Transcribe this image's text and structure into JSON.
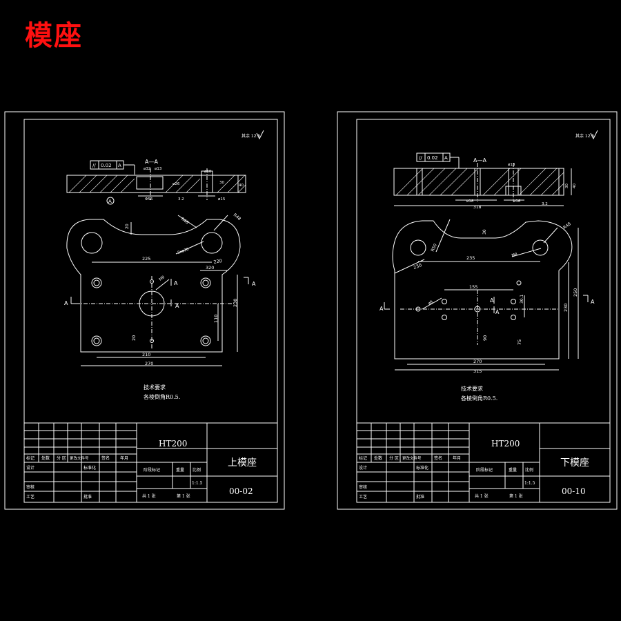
{
  "page_title": "模座",
  "sheets": [
    {
      "surface_note": "其余 12.5",
      "section_title": "A—A",
      "tolerance_box": [
        "//",
        "0.02",
        "A"
      ],
      "datum_label": "A",
      "section_dims": [
        "ø32",
        "ø13",
        "ø26",
        "ø10",
        "30",
        "40",
        "Φ56",
        "ø15",
        "3.2"
      ],
      "plan_dims": {
        "left": "220",
        "top_r": "R48",
        "top_r2": "R48",
        "d20": "20",
        "d_holes": "2xø30",
        "d225": "225",
        "d320": "320",
        "d_m": "M8",
        "d230v": "230",
        "d110v": "110",
        "d20b": "20",
        "d210": "210",
        "d270": "270"
      },
      "section_marks": [
        "A",
        "A",
        "A",
        "A"
      ],
      "notes": [
        "技术要求",
        "各棱倒角R0.5."
      ],
      "title_block": {
        "material": "HT200",
        "part_name": "上模座",
        "drawing_no": "00-02",
        "row_labels": [
          "标记",
          "处数",
          "分 区",
          "更改文件号",
          "签名",
          "年月"
        ],
        "design": "设计",
        "standard": "标准化",
        "review": "审核",
        "process": "工艺",
        "approve": "批准",
        "stage": "阶段标记",
        "weight": "重量",
        "scale": "比例",
        "scale_value": "1:1.5",
        "sheets_total": "共 1 张",
        "sheet_no": "第 1 张"
      }
    },
    {
      "surface_note": "其余 12.5",
      "section_title": "A—A",
      "tolerance_box": [
        "//",
        "0.02",
        "A"
      ],
      "section_dims": [
        "ø13",
        "ø18",
        "ø16",
        "30",
        "40",
        "3.2",
        "318"
      ],
      "plan_dims": {
        "r50": "R50",
        "r48": "R48",
        "d30": "30",
        "d235": "235",
        "d_m": "M8",
        "d230": "230",
        "d8": "ø8",
        "d155": "155",
        "d30v": "30.1",
        "d250": "250",
        "d230v": "230",
        "d90": "90",
        "d75": "75",
        "d270": "270",
        "d315": "315"
      },
      "section_marks": [
        "A",
        "A",
        "A",
        "A"
      ],
      "notes": [
        "技术要求",
        "各棱倒角R0.5."
      ],
      "title_block": {
        "material": "HT200",
        "part_name": "下模座",
        "drawing_no": "00-10",
        "row_labels": [
          "标记",
          "处数",
          "分 区",
          "更改文件号",
          "签名",
          "年月"
        ],
        "design": "设计",
        "standard": "标准化",
        "review": "审核",
        "process": "工艺",
        "approve": "批准",
        "stage": "阶段标记",
        "weight": "重量",
        "scale": "比例",
        "scale_value": "1:1.5",
        "sheets_total": "共 1 张",
        "sheet_no": "第 1 张"
      }
    }
  ],
  "colors": {
    "background": "#000000",
    "line": "#ffffff",
    "title": "#ff1010"
  }
}
